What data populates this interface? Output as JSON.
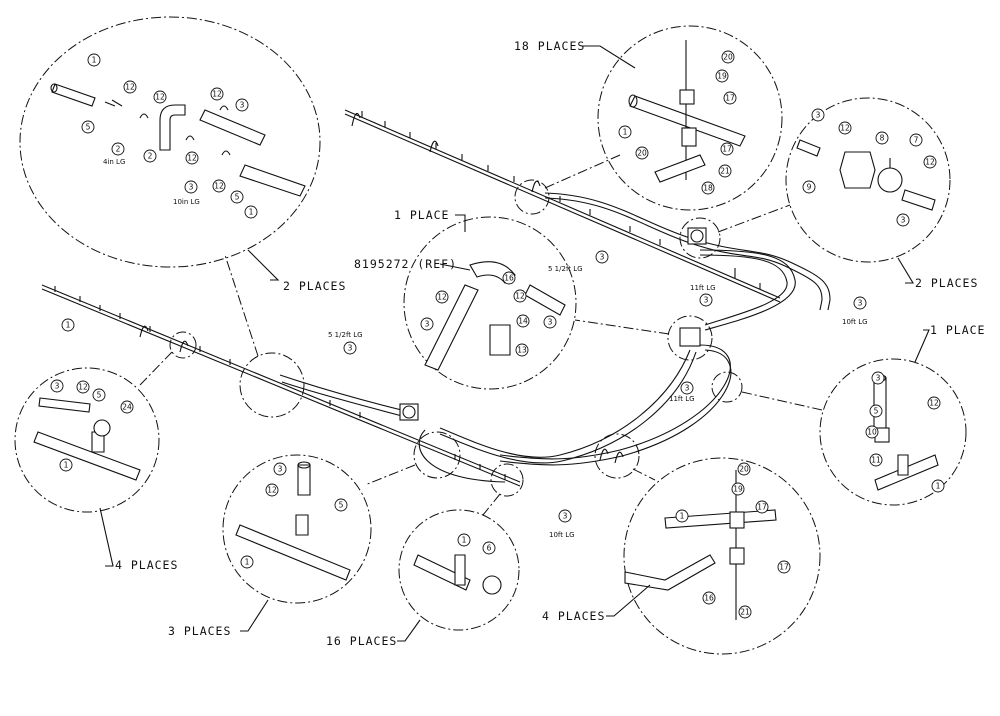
{
  "places": {
    "top_left": "2 PLACES",
    "top_center": "18 PLACES",
    "center": "1 PLACE",
    "right_top": "2 PLACES",
    "right_mid": "1 PLACE",
    "left_bottom": "4 PLACES",
    "bottom_left": "3 PLACES",
    "bottom_mid": "16 PLACES",
    "bottom_right": "4 PLACES"
  },
  "ref_label": "8195272 (REF)",
  "lengths": {
    "hose_4in": "4in LG",
    "hose_10in": "10in LG",
    "boom_5half_a": "5 1/2ft LG",
    "boom_5half_b": "5 1/2ft LG",
    "hose_11ft_a": "11ft LG",
    "hose_11ft_b": "11ft LG",
    "hose_10ft_a": "10ft LG",
    "hose_10ft_b": "10ft LG"
  },
  "callouts": [
    "1",
    "2",
    "3",
    "5",
    "6",
    "7",
    "8",
    "9",
    "10",
    "11",
    "12",
    "13",
    "14",
    "16",
    "17",
    "18",
    "19",
    "20",
    "21",
    "24"
  ]
}
